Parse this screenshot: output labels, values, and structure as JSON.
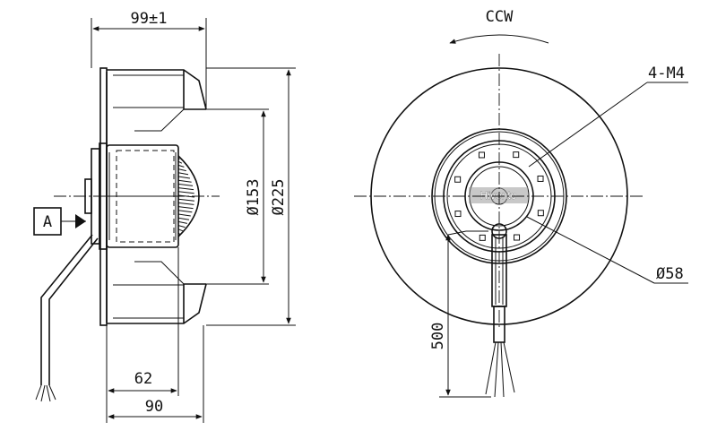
{
  "dimensions": {
    "overall_width": "99±1",
    "inner_diameter": "Ø153",
    "outer_diameter": "Ø225",
    "depth_62": "62",
    "depth_90": "90",
    "rotation": "CCW",
    "screws": "4-M4",
    "hub_diameter": "Ø58",
    "cable_length": "500",
    "view_marker": "A"
  },
  "brand": "Hivento"
}
